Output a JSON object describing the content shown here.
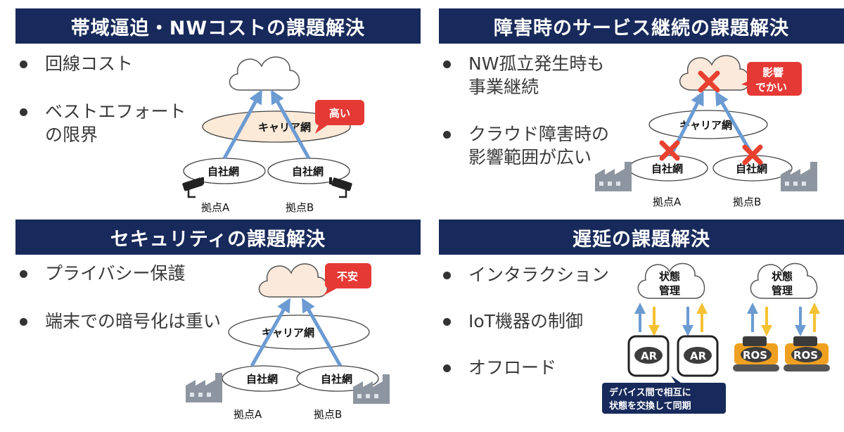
{
  "panels": {
    "bandwidth": {
      "title": "帯域逼迫・NWコストの課題解決",
      "bullets": [
        [
          "回線コスト"
        ],
        [
          "ベストエフォート",
          "の限界"
        ]
      ],
      "carrier": "キャリア網",
      "site_net": "自社網",
      "badge": "高い",
      "site_a": "拠点A",
      "site_b": "拠点B"
    },
    "continuity": {
      "title": "障害時のサービス継続の課題解決",
      "bullets": [
        [
          "NW孤立発生時も",
          "事業継続"
        ],
        [
          "クラウド障害時の",
          "影響範囲が広い"
        ]
      ],
      "carrier": "キャリア網",
      "site_net": "自社網",
      "badge_lines": [
        "影響",
        "でかい"
      ],
      "site_a": "拠点A",
      "site_b": "拠点B"
    },
    "security": {
      "title": "セキュリティの課題解決",
      "bullets": [
        [
          "プライバシー保護"
        ],
        [
          "端末での暗号化は重い"
        ]
      ],
      "carrier": "キャリア網",
      "site_net": "自社網",
      "badge": "不安",
      "site_a": "拠点A",
      "site_b": "拠点B"
    },
    "latency": {
      "title": "遅延の課題解決",
      "bullets": [
        [
          "インタラクション"
        ],
        [
          "IoT機器の制御"
        ],
        [
          "オフロード"
        ]
      ],
      "state_mgmt": [
        "状態",
        "管理"
      ],
      "device_ar": "AR",
      "device_ros": "ROS",
      "note_lines": [
        "デバイス間で相互に",
        "状態を交換して同期"
      ]
    }
  },
  "colors": {
    "banner": "#182a5b",
    "badge": "#e53935",
    "cloud_pink": "#fbe9dc",
    "arrow_blue": "#6c9bd2",
    "arrow_gold": "#f5c233",
    "cross_red": "#e8412f",
    "carrier_fill": "#fbead8",
    "factory_grey": "#8d95a0",
    "note_bg": "#182a5b"
  },
  "icons": [
    "cloud-icon",
    "camera-icon",
    "factory-icon",
    "cross-icon",
    "phone-icon",
    "robot-icon"
  ]
}
